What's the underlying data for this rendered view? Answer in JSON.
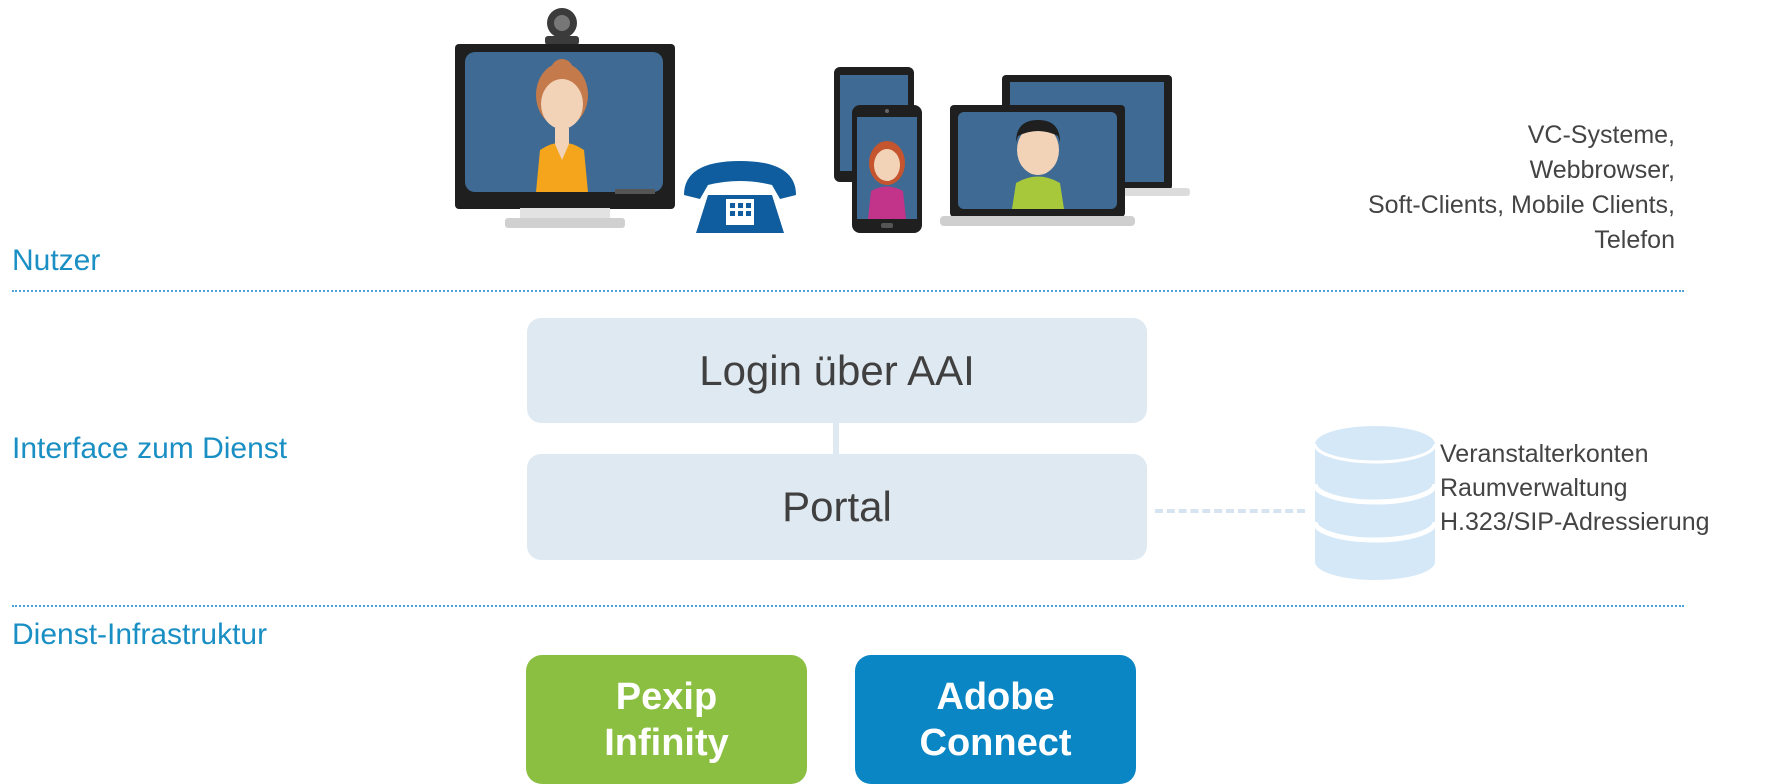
{
  "sections": {
    "users": "Nutzer",
    "interface": "Interface zum Dienst",
    "infrastructure": "Dienst-Infrastruktur"
  },
  "devices_text": [
    "VC-Systeme,",
    "Webbrowser,",
    "Soft-Clients, Mobile Clients,",
    "Telefon"
  ],
  "login_box": "Login über AAI",
  "portal_box": "Portal",
  "database": {
    "icon": "database-icon",
    "lines": [
      "Veranstalterkonten",
      "Raumverwaltung",
      "H.323/SIP-Adressierung"
    ]
  },
  "services": {
    "pexip": [
      "Pexip",
      "Infinity"
    ],
    "adobe": [
      "Adobe",
      "Connect"
    ]
  },
  "icons": [
    "video-conference-system-icon",
    "desk-phone-icon",
    "tablet-phone-icon",
    "laptop-icon"
  ],
  "colors": {
    "accent": "#1a8fc4",
    "box": "#dfe9f2",
    "pexip": "#8bbf42",
    "adobe": "#0a86c4",
    "database": "#d5e8f7"
  }
}
